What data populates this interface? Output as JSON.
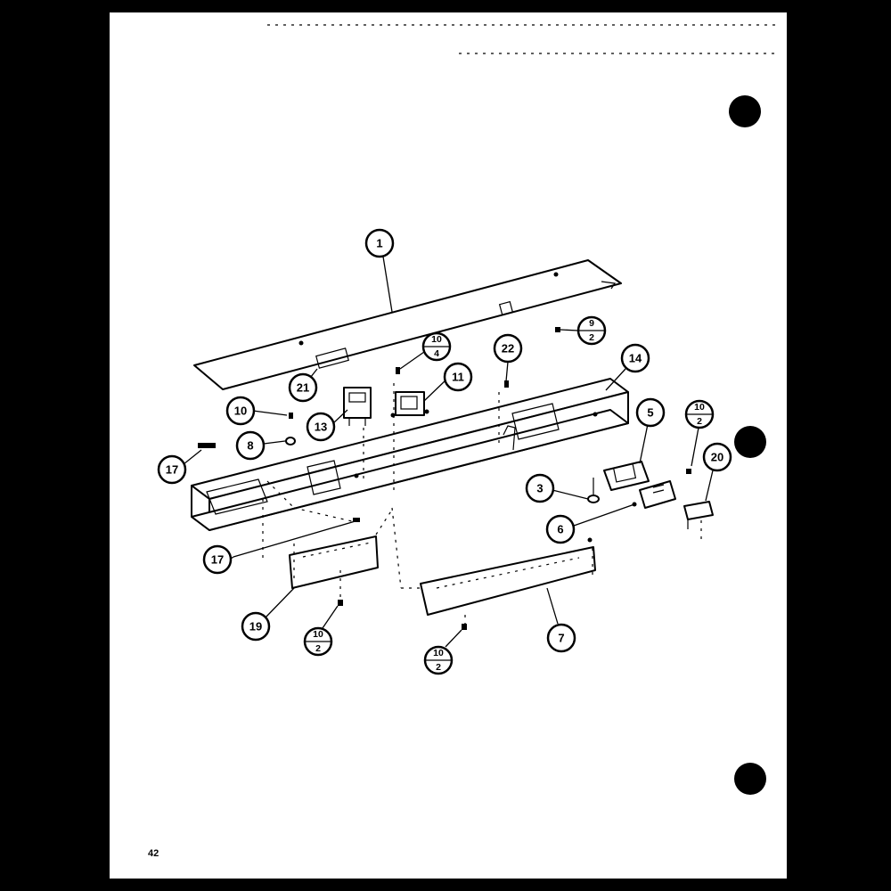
{
  "page": {
    "number": "42"
  },
  "callouts": [
    {
      "id": "c1",
      "label": "1"
    },
    {
      "id": "c9-2",
      "top": "9",
      "bottom": "2"
    },
    {
      "id": "c10-4",
      "top": "10",
      "bottom": "4"
    },
    {
      "id": "c22",
      "label": "22"
    },
    {
      "id": "c14",
      "label": "14"
    },
    {
      "id": "c21",
      "label": "21"
    },
    {
      "id": "c11",
      "label": "11"
    },
    {
      "id": "c10a",
      "label": "10"
    },
    {
      "id": "c13",
      "label": "13"
    },
    {
      "id": "c8",
      "label": "8"
    },
    {
      "id": "c17a",
      "label": "17"
    },
    {
      "id": "c5",
      "label": "5"
    },
    {
      "id": "c10-2a",
      "top": "10",
      "bottom": "2"
    },
    {
      "id": "c20",
      "label": "20"
    },
    {
      "id": "c3",
      "label": "3"
    },
    {
      "id": "c6",
      "label": "6"
    },
    {
      "id": "c17b",
      "label": "17"
    },
    {
      "id": "c19",
      "label": "19"
    },
    {
      "id": "c10-2b",
      "top": "10",
      "bottom": "2"
    },
    {
      "id": "c10-2c",
      "top": "10",
      "bottom": "2"
    },
    {
      "id": "c7",
      "label": "7"
    }
  ],
  "colors": {
    "background": "#000000",
    "paper": "#ffffff",
    "ink": "#000000"
  }
}
